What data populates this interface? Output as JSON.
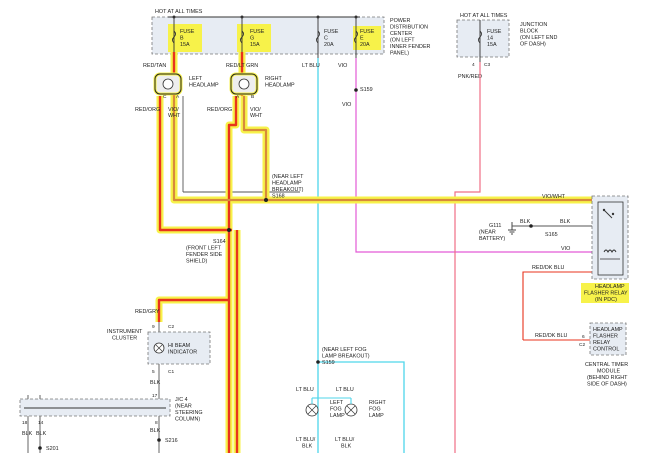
{
  "header": {
    "hot_at_all_times_left": "HOT AT ALL TIMES",
    "hot_at_all_times_right": "HOT AT ALL TIMES"
  },
  "pdc": [
    "POWER",
    "DISTRIBUTION",
    "CENTER",
    "(ON LEFT",
    "INNER FENDER",
    "PANEL)"
  ],
  "junction_block": [
    "JUNCTION",
    "BLOCK",
    "(ON LEFT END",
    "OF DASH)"
  ],
  "fuses": [
    {
      "label": "FUSE",
      "id": "B",
      "amps": "15A"
    },
    {
      "label": "FUSE",
      "id": "G",
      "amps": "15A"
    },
    {
      "label": "FUSE",
      "id": "C",
      "amps": "20A"
    },
    {
      "label": "FUSE",
      "id": "E",
      "amps": "20A"
    },
    {
      "label": "FUSE",
      "id": "14",
      "amps": "15A"
    }
  ],
  "wires": {
    "red_tan": "RED/TAN",
    "red_lt_grn": "RED/LT GRN",
    "lt_blu": "LT BLU",
    "vio": "VIO",
    "pnk_red": "PNK/RED",
    "red_org_left": "RED/ORG",
    "vio_wht_left": "VIO/",
    "vio_wht_left2": "WHT",
    "red_org_right": "RED/ORG",
    "vio_wht_right": "VIO/",
    "vio_wht_right2": "WHT",
    "vio_wht_main": "VIO/WHT",
    "blk_g111": "BLK",
    "blk_s165": "BLK",
    "vio_relay": "VIO",
    "red_dk_blu_1": "RED/DK BLU",
    "red_dk_blu_2": "RED/DK BLU",
    "red_gry": "RED/GRY",
    "blk_cluster": "BLK",
    "lt_blu_fog1": "LT BLU",
    "lt_blu_fog2": "LT BLU",
    "lt_blu_blk1a": "LT BLU/",
    "lt_blu_blk1b": "BLK",
    "lt_blu_blk2a": "LT BLU/",
    "lt_blu_blk2b": "BLK",
    "blk_jc1": "BLK",
    "blk_jc2": "BLK",
    "blk_jc3": "BLK"
  },
  "headlamps": {
    "left": [
      "LEFT",
      "HEADLAMP"
    ],
    "right": [
      "RIGHT",
      "HEADLAMP"
    ],
    "pin_c": "C",
    "pin_a": "A",
    "pin_b": "B"
  },
  "splices": {
    "s168": [
      "(NEAR LEFT",
      "HEADLAMP",
      "BREAKOUT)",
      "S168"
    ],
    "s164": [
      "S164",
      "(FRONT LEFT",
      "FENDER SIDE",
      "SHIELD)"
    ],
    "s159_top": "S159",
    "s159_fog": [
      "(NEAR LEFT FOG",
      "LAMP BREAKOUT)",
      "S159"
    ],
    "g111": [
      "G111",
      "(NEAR",
      "BATTERY)"
    ],
    "s165": "S165",
    "s216": "S216",
    "s201": "S201"
  },
  "relay": {
    "label": [
      "HEADLAMP",
      "FLASHER RELAY",
      "(IN PDC)"
    ]
  },
  "ctm": {
    "box": [
      "HEADLAMP",
      "FLASHER",
      "RELAY",
      "CONTROL"
    ],
    "caption": [
      "CENTRAL TIMER",
      "MODULE",
      "(BEHIND RIGHT",
      "SIDE OF DASH)"
    ],
    "pin_6": "6",
    "pin_c2": "C2"
  },
  "cluster": {
    "label": [
      "INSTRUMENT",
      "CLUSTER"
    ],
    "indicator": [
      "HI BEAM",
      "INDICATOR"
    ],
    "pin_9": "9",
    "pin_c2": "C2",
    "pin_5": "5",
    "pin_c1": "C1"
  },
  "jc": {
    "label": [
      "J/C 4",
      "(NEAR",
      "STEERING",
      "COLUMN)"
    ],
    "pins": [
      "17",
      "18",
      "14",
      "8"
    ]
  },
  "fog": {
    "left": [
      "LEFT",
      "FOG",
      "LAMP"
    ],
    "right": [
      "RIGHT",
      "FOG",
      "LAMP"
    ]
  },
  "connector_pins": {
    "fuse14_pin": "4",
    "fuse14_c": "C3"
  },
  "colors": {
    "highlight_yellow": "#f7f24a",
    "highlight_red": "#e8331c",
    "wire_cyan": "#4fd6ea",
    "wire_magenta": "#e35ad6",
    "wire_pink": "#ef6f86",
    "wire_dark": "#4a4a4a",
    "block_fill": "#e7ecf3"
  }
}
